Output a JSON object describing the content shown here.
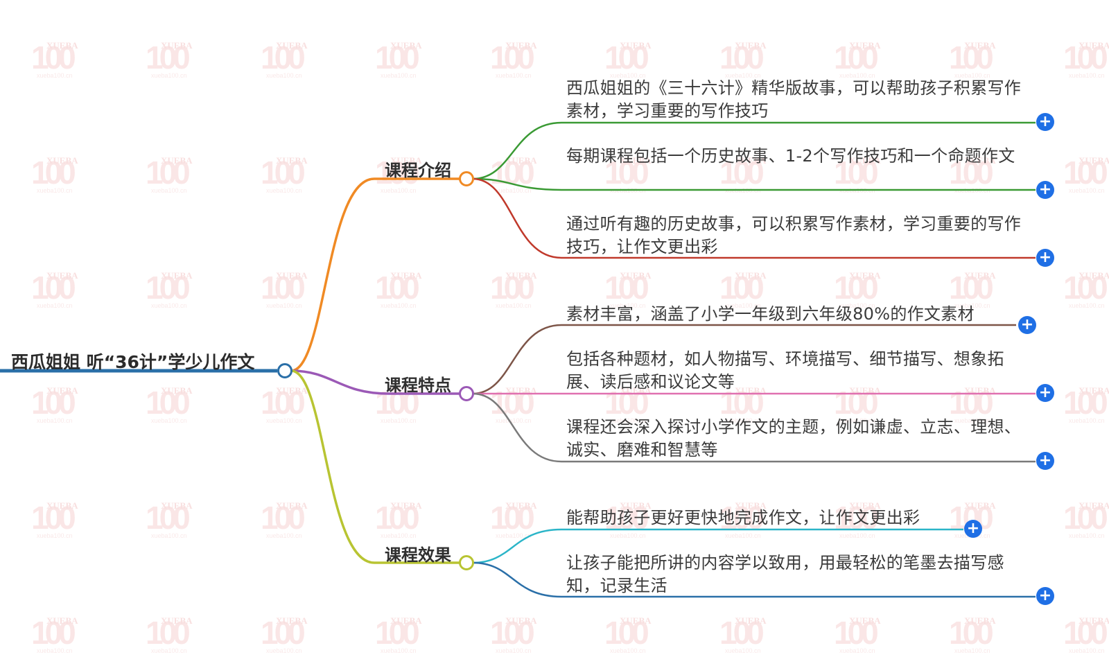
{
  "mindmap": {
    "root": {
      "label": "西瓜姐姐 听“36计”学少儿作文",
      "color": "#2a6fa8"
    },
    "branches": [
      {
        "label": "课程介绍",
        "color": "#f08a24",
        "children": [
          {
            "label": "西瓜姐姐的《三十六计》精华版故事，可以帮助孩子积累写作素材，学习重要的写作技巧",
            "color": "#3a9a34"
          },
          {
            "label": "每期课程包括一个历史故事、1-2个写作技巧和一个命题作文",
            "color": "#3a9a34"
          },
          {
            "label": "通过听有趣的历史故事，可以积累写作素材，学习重要的写作技巧，让作文更出彩",
            "color": "#c0392b"
          }
        ]
      },
      {
        "label": "课程特点",
        "color": "#9b59b6",
        "children": [
          {
            "label": "素材丰富，涵盖了小学一年级到六年级80%的作文素材",
            "color": "#7d5548"
          },
          {
            "label": "包括各种题材，如人物描写、环境描写、细节描写、想象拓展、读后感和议论文等",
            "color": "#e070b0"
          },
          {
            "label": "课程还会深入探讨小学作文的主题，例如谦虚、立志、理想、诚实、磨难和智慧等",
            "color": "#7a7a7a"
          }
        ]
      },
      {
        "label": "课程效果",
        "color": "#b8c432",
        "children": [
          {
            "label": "能帮助孩子更好更快地完成作文，让作文更出彩",
            "color": "#2bb5c8"
          },
          {
            "label": "让孩子能把所讲的内容学以致用，用最轻松的笔墨去描写感知，记录生活",
            "color": "#2a6fa8"
          }
        ]
      }
    ],
    "expand_icon": "+",
    "expand_button_color": "#1f6fe5"
  },
  "watermark": {
    "brand": "XUEBA",
    "number": "100",
    "site": "xueba100.cn"
  }
}
